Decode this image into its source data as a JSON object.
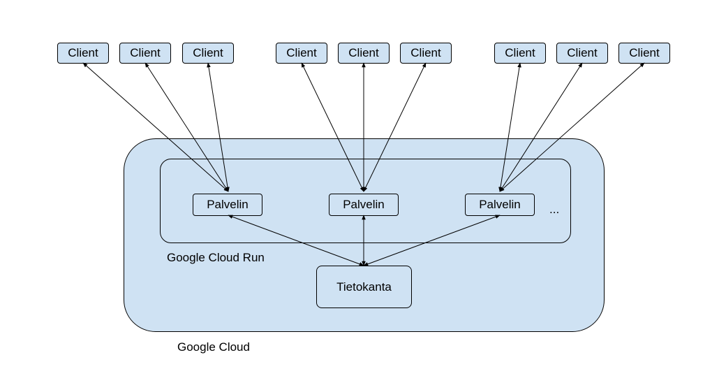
{
  "clients": [
    "Client",
    "Client",
    "Client",
    "Client",
    "Client",
    "Client",
    "Client",
    "Client",
    "Client"
  ],
  "servers": [
    "Palvelin",
    "Palvelin",
    "Palvelin"
  ],
  "ellipsis": "...",
  "run_label": "Google Cloud Run",
  "cloud_label": "Google Cloud",
  "database": "Tietokanta",
  "colors": {
    "fill": "#cfe2f3",
    "stroke": "#000000"
  }
}
